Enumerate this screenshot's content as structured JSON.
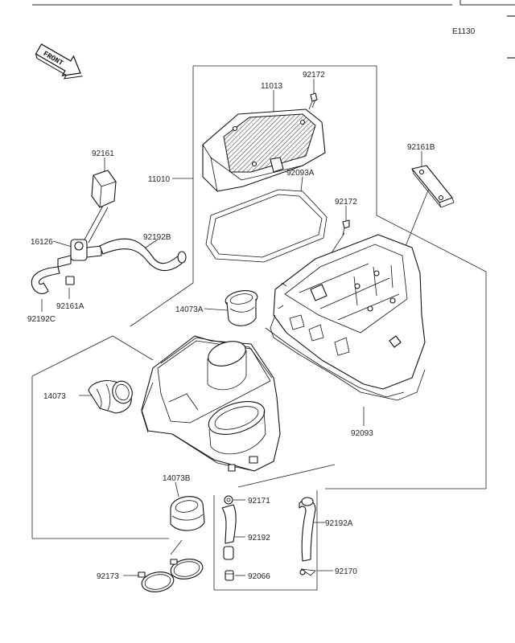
{
  "diagram_code": "E1130",
  "front_label": "FRONT",
  "parts": {
    "p92161": "92161",
    "p11010": "11010",
    "p16126": "16126",
    "p92192B": "92192B",
    "p92161A": "92161A",
    "p92192C": "92192C",
    "p11013": "11013",
    "p92172_top": "92172",
    "p92093A": "92093A",
    "p92161B": "92161B",
    "p92172_mid": "92172",
    "p14073A": "14073A",
    "p14073": "14073",
    "p92093": "92093",
    "p14073B": "14073B",
    "p92171": "92171",
    "p92192": "92192",
    "p92066": "92066",
    "p92173": "92173",
    "p92192A": "92192A",
    "p92170": "92170"
  }
}
